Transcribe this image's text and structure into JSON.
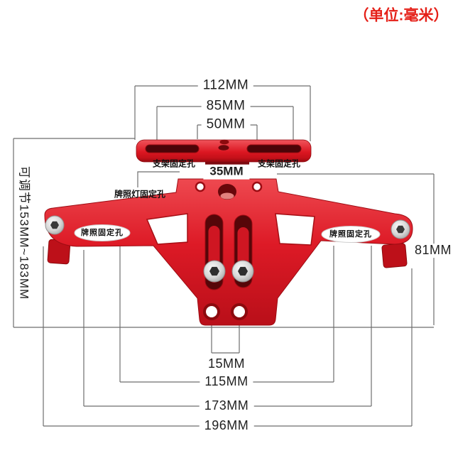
{
  "unit_note": "（单位:毫米）",
  "dim_labels": {
    "d112": "112MM",
    "d85": "85MM",
    "d50": "50MM",
    "d35": "35MM",
    "d15": "15MM",
    "d115": "115MM",
    "d173": "173MM",
    "d196": "196MM",
    "d81": "81MM",
    "adjustable": "可调节153MM~183MM"
  },
  "part_labels": {
    "bracket_fix_left": "支架固定孔",
    "bracket_fix_right": "支架固定孔",
    "plate_light_fix": "牌照灯固定孔",
    "plate_fix_left": "牌照固定孔",
    "plate_fix_right": "牌照固定孔"
  },
  "colors": {
    "annotation_red": "#e52018",
    "bracket_red": "#df1f2d",
    "bracket_dark_red": "#8c0a0e",
    "dimension_line_gray": "#6e6e6e",
    "background": "#ffffff"
  }
}
